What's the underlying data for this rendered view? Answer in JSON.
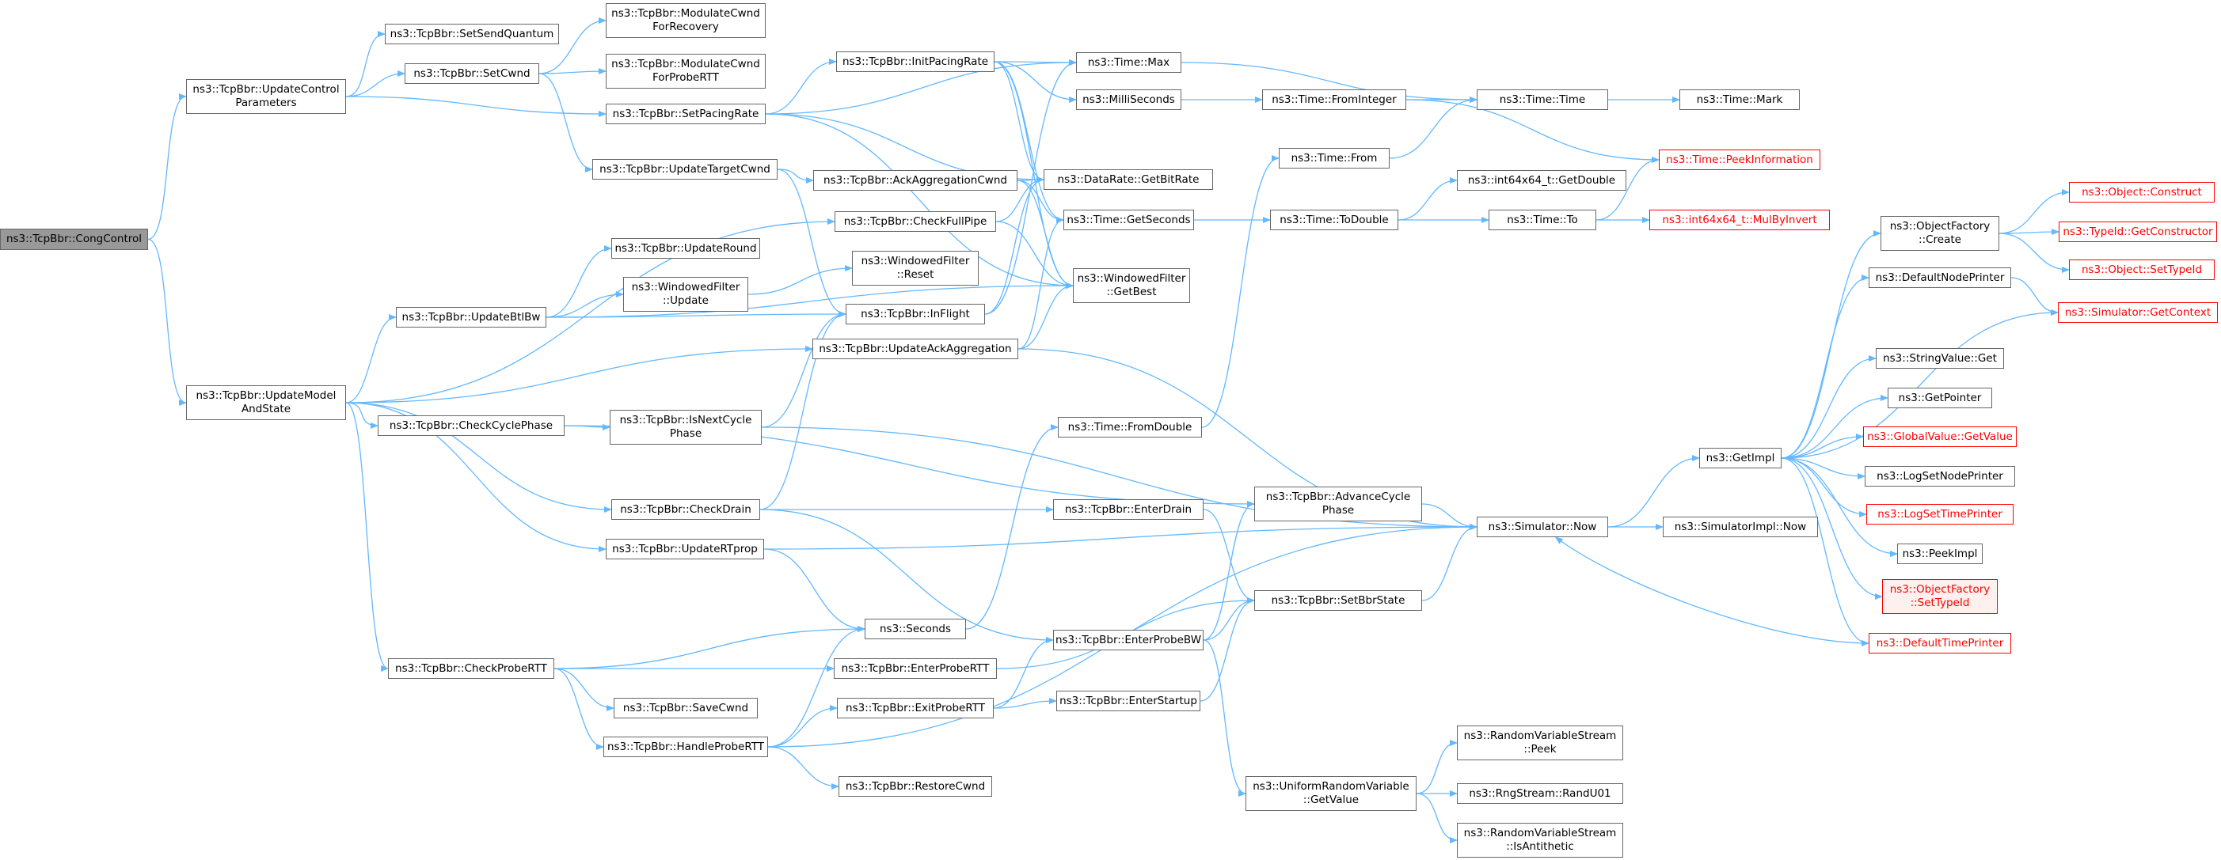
{
  "colors": {
    "edge": "#63b8ff",
    "border": "#666666",
    "root_fill": "#999999",
    "external": "#ff0000"
  },
  "nodes": {
    "congcontrol": "ns3::TcpBbr::CongControl",
    "update_control_parameters": "ns3::TcpBbr::UpdateControl\nParameters",
    "update_model_and_state": "ns3::TcpBbr::UpdateModel\nAndState",
    "set_send_quantum": "ns3::TcpBbr::SetSendQuantum",
    "set_cwnd": "ns3::TcpBbr::SetCwnd",
    "set_pacing_rate": "ns3::TcpBbr::SetPacingRate",
    "modulate_cwnd_for_recovery": "ns3::TcpBbr::ModulateCwnd\nForRecovery",
    "modulate_cwnd_for_probertt": "ns3::TcpBbr::ModulateCwnd\nForProbeRTT",
    "update_target_cwnd": "ns3::TcpBbr::UpdateTargetCwnd",
    "check_full_pipe": "ns3::TcpBbr::CheckFullPipe",
    "update_round": "ns3::TcpBbr::UpdateRound",
    "update_btlbw": "ns3::TcpBbr::UpdateBtlBw",
    "wf_update": "ns3::WindowedFilter\n::Update",
    "wf_reset": "ns3::WindowedFilter\n::Reset",
    "inflight": "ns3::TcpBbr::InFlight",
    "update_ack_aggregation": "ns3::TcpBbr::UpdateAckAggregation",
    "ack_aggregation_cwnd": "ns3::TcpBbr::AckAggregationCwnd",
    "init_pacing_rate": "ns3::TcpBbr::InitPacingRate",
    "time_max": "ns3::Time::Max",
    "milliseconds": "ns3::MilliSeconds",
    "get_bitrate": "ns3::DataRate::GetBitRate",
    "time_get_seconds": "ns3::Time::GetSeconds",
    "wf_get_best": "ns3::WindowedFilter\n::GetBest",
    "check_cycle_phase": "ns3::TcpBbr::CheckCyclePhase",
    "is_next_cycle_phase": "ns3::TcpBbr::IsNextCycle\nPhase",
    "check_drain": "ns3::TcpBbr::CheckDrain",
    "update_rtprop": "ns3::TcpBbr::UpdateRTprop",
    "check_probertt": "ns3::TcpBbr::CheckProbeRTT",
    "save_cwnd": "ns3::TcpBbr::SaveCwnd",
    "handle_probertt": "ns3::TcpBbr::HandleProbeRTT",
    "seconds": "ns3::Seconds",
    "enter_probertt": "ns3::TcpBbr::EnterProbeRTT",
    "exit_probertt": "ns3::TcpBbr::ExitProbeRTT",
    "restore_cwnd": "ns3::TcpBbr::RestoreCwnd",
    "time_from_double": "ns3::Time::FromDouble",
    "enter_drain": "ns3::TcpBbr::EnterDrain",
    "enter_probebw": "ns3::TcpBbr::EnterProbeBW",
    "enter_startup": "ns3::TcpBbr::EnterStartup",
    "advance_cycle_phase": "ns3::TcpBbr::AdvanceCycle\nPhase",
    "set_bbr_state": "ns3::TcpBbr::SetBbrState",
    "uniform_get_value": "ns3::UniformRandomVariable\n::GetValue",
    "time_from_integer": "ns3::Time::FromInteger",
    "time_from": "ns3::Time::From",
    "time_to_double": "ns3::Time::ToDouble",
    "time_time": "ns3::Time::Time",
    "time_mark": "ns3::Time::Mark",
    "peek_information": "ns3::Time::PeekInformation",
    "int64_get_double": "ns3::int64x64_t::GetDouble",
    "time_to": "ns3::Time::To",
    "mul_by_invert": "ns3::int64x64_t::MulByInvert",
    "simulator_now": "ns3::Simulator::Now",
    "simulator_impl_now": "ns3::SimulatorImpl::Now",
    "get_impl": "ns3::GetImpl",
    "rvs_peek": "ns3::RandomVariableStream\n::Peek",
    "rand_u01": "ns3::RngStream::RandU01",
    "is_antithetic": "ns3::RandomVariableStream\n::IsAntithetic",
    "object_factory_create": "ns3::ObjectFactory\n::Create",
    "default_node_printer": "ns3::DefaultNodePrinter",
    "string_value_get": "ns3::StringValue::Get",
    "get_pointer": "ns3::GetPointer",
    "global_value_get_value": "ns3::GlobalValue::GetValue",
    "log_set_node_printer": "ns3::LogSetNodePrinter",
    "log_set_time_printer": "ns3::LogSetTimePrinter",
    "peek_impl": "ns3::PeekImpl",
    "object_factory_set_typeid": "ns3::ObjectFactory\n::SetTypeId",
    "default_time_printer": "ns3::DefaultTimePrinter",
    "object_construct": "ns3::Object::Construct",
    "typeid_get_constructor": "ns3::TypeId::GetConstructor",
    "object_set_typeid": "ns3::Object::SetTypeId",
    "simulator_get_context": "ns3::Simulator::GetContext"
  },
  "edges": [
    [
      "congcontrol",
      "update_control_parameters"
    ],
    [
      "congcontrol",
      "update_model_and_state"
    ],
    [
      "update_control_parameters",
      "set_send_quantum"
    ],
    [
      "update_control_parameters",
      "set_cwnd"
    ],
    [
      "update_control_parameters",
      "set_pacing_rate"
    ],
    [
      "set_cwnd",
      "modulate_cwnd_for_recovery"
    ],
    [
      "set_cwnd",
      "modulate_cwnd_for_probertt"
    ],
    [
      "set_cwnd",
      "update_target_cwnd"
    ],
    [
      "set_pacing_rate",
      "init_pacing_rate"
    ],
    [
      "set_pacing_rate",
      "time_max"
    ],
    [
      "set_pacing_rate",
      "get_bitrate"
    ],
    [
      "set_pacing_rate",
      "wf_get_best"
    ],
    [
      "init_pacing_rate",
      "time_max"
    ],
    [
      "init_pacing_rate",
      "milliseconds"
    ],
    [
      "init_pacing_rate",
      "get_bitrate"
    ],
    [
      "init_pacing_rate",
      "time_get_seconds"
    ],
    [
      "init_pacing_rate",
      "wf_get_best"
    ],
    [
      "update_target_cwnd",
      "ack_aggregation_cwnd"
    ],
    [
      "update_target_cwnd",
      "inflight"
    ],
    [
      "ack_aggregation_cwnd",
      "get_bitrate"
    ],
    [
      "ack_aggregation_cwnd",
      "time_get_seconds"
    ],
    [
      "ack_aggregation_cwnd",
      "wf_get_best"
    ],
    [
      "update_model_and_state",
      "check_full_pipe"
    ],
    [
      "update_model_and_state",
      "update_btlbw"
    ],
    [
      "update_model_and_state",
      "update_ack_aggregation"
    ],
    [
      "update_model_and_state",
      "check_cycle_phase"
    ],
    [
      "update_model_and_state",
      "check_drain"
    ],
    [
      "update_model_and_state",
      "update_rtprop"
    ],
    [
      "update_model_and_state",
      "check_probertt"
    ],
    [
      "check_full_pipe",
      "get_bitrate"
    ],
    [
      "check_full_pipe",
      "wf_get_best"
    ],
    [
      "update_btlbw",
      "update_round"
    ],
    [
      "update_btlbw",
      "wf_update"
    ],
    [
      "update_btlbw",
      "inflight"
    ],
    [
      "update_btlbw",
      "wf_get_best"
    ],
    [
      "wf_update",
      "wf_reset"
    ],
    [
      "inflight",
      "time_max"
    ],
    [
      "inflight",
      "get_bitrate"
    ],
    [
      "update_ack_aggregation",
      "time_get_seconds"
    ],
    [
      "update_ack_aggregation",
      "wf_get_best"
    ],
    [
      "update_ack_aggregation",
      "simulator_now"
    ],
    [
      "check_cycle_phase",
      "is_next_cycle_phase"
    ],
    [
      "check_cycle_phase",
      "advance_cycle_phase"
    ],
    [
      "is_next_cycle_phase",
      "inflight"
    ],
    [
      "is_next_cycle_phase",
      "simulator_now"
    ],
    [
      "check_drain",
      "inflight"
    ],
    [
      "check_drain",
      "enter_drain"
    ],
    [
      "check_drain",
      "enter_probebw"
    ],
    [
      "update_rtprop",
      "simulator_now"
    ],
    [
      "update_rtprop",
      "seconds"
    ],
    [
      "check_probertt",
      "seconds"
    ],
    [
      "check_probertt",
      "enter_probertt"
    ],
    [
      "check_probertt",
      "save_cwnd"
    ],
    [
      "check_probertt",
      "handle_probertt"
    ],
    [
      "handle_probertt",
      "seconds"
    ],
    [
      "handle_probertt",
      "exit_probertt"
    ],
    [
      "handle_probertt",
      "restore_cwnd"
    ],
    [
      "handle_probertt",
      "simulator_now"
    ],
    [
      "seconds",
      "time_from_double"
    ],
    [
      "enter_probertt",
      "set_bbr_state"
    ],
    [
      "exit_probertt",
      "enter_probebw"
    ],
    [
      "exit_probertt",
      "enter_startup"
    ],
    [
      "enter_drain",
      "set_bbr_state"
    ],
    [
      "enter_probebw",
      "advance_cycle_phase"
    ],
    [
      "enter_probebw",
      "set_bbr_state"
    ],
    [
      "enter_probebw",
      "uniform_get_value"
    ],
    [
      "enter_startup",
      "set_bbr_state"
    ],
    [
      "advance_cycle_phase",
      "simulator_now"
    ],
    [
      "set_bbr_state",
      "simulator_now"
    ],
    [
      "time_from_double",
      "time_from"
    ],
    [
      "time_max",
      "time_time"
    ],
    [
      "milliseconds",
      "time_from_integer"
    ],
    [
      "time_from_integer",
      "time_time"
    ],
    [
      "time_from_integer",
      "peek_information"
    ],
    [
      "time_from",
      "time_time"
    ],
    [
      "time_get_seconds",
      "time_to_double"
    ],
    [
      "time_to_double",
      "int64_get_double"
    ],
    [
      "time_to_double",
      "time_to"
    ],
    [
      "time_to",
      "peek_information"
    ],
    [
      "time_to",
      "mul_by_invert"
    ],
    [
      "time_time",
      "time_mark"
    ],
    [
      "uniform_get_value",
      "rvs_peek"
    ],
    [
      "uniform_get_value",
      "rand_u01"
    ],
    [
      "uniform_get_value",
      "is_antithetic"
    ],
    [
      "simulator_now",
      "get_impl"
    ],
    [
      "simulator_now",
      "simulator_impl_now"
    ],
    [
      "get_impl",
      "object_factory_create"
    ],
    [
      "get_impl",
      "default_node_printer"
    ],
    [
      "get_impl",
      "simulator_get_context"
    ],
    [
      "get_impl",
      "string_value_get"
    ],
    [
      "get_impl",
      "get_pointer"
    ],
    [
      "get_impl",
      "global_value_get_value"
    ],
    [
      "get_impl",
      "log_set_node_printer"
    ],
    [
      "get_impl",
      "log_set_time_printer"
    ],
    [
      "get_impl",
      "peek_impl"
    ],
    [
      "get_impl",
      "object_factory_set_typeid"
    ],
    [
      "get_impl",
      "default_time_printer"
    ],
    [
      "object_factory_create",
      "object_construct"
    ],
    [
      "object_factory_create",
      "typeid_get_constructor"
    ],
    [
      "object_factory_create",
      "object_set_typeid"
    ],
    [
      "default_node_printer",
      "simulator_get_context"
    ],
    [
      "default_time_printer",
      "simulator_now"
    ]
  ]
}
